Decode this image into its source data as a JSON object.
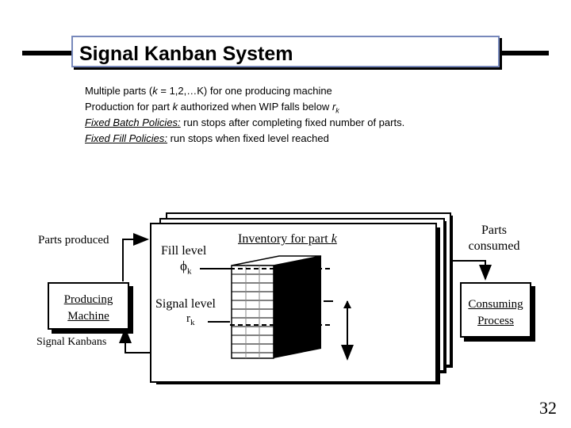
{
  "title": "Signal Kanban System",
  "bullets": {
    "line1_pre": "Multiple parts (",
    "line1_k": "k",
    "line1_post": " = 1,2,…K) for one producing machine",
    "line2_pre": "Production for part ",
    "line2_k": "k",
    "line2_mid": " authorized when WIP falls below ",
    "line2_r": "r",
    "line2_sub": "k",
    "line3_label": "Fixed Batch Policies:",
    "line3_text": " run stops after completing fixed number of parts.",
    "line4_label": "Fixed Fill Policies:",
    "line4_text": " run stops when fixed level reached"
  },
  "diagram": {
    "parts_produced": "Parts produced",
    "producing_machine_line1": "Producing",
    "producing_machine_line2": "Machine",
    "signal_kanbans": "Signal Kanbans",
    "fill_level": "Fill level",
    "fill_symbol": "ϕ",
    "fill_sub": "k",
    "signal_level": "Signal level",
    "signal_symbol": "r",
    "signal_sub": "k",
    "inventory_pre": "Inventory for part ",
    "inventory_k": "k",
    "parts_consumed_line1": "Parts",
    "parts_consumed_line2": "consumed",
    "consuming_line1": "Consuming",
    "consuming_line2": "Process"
  },
  "slide_number": "32"
}
